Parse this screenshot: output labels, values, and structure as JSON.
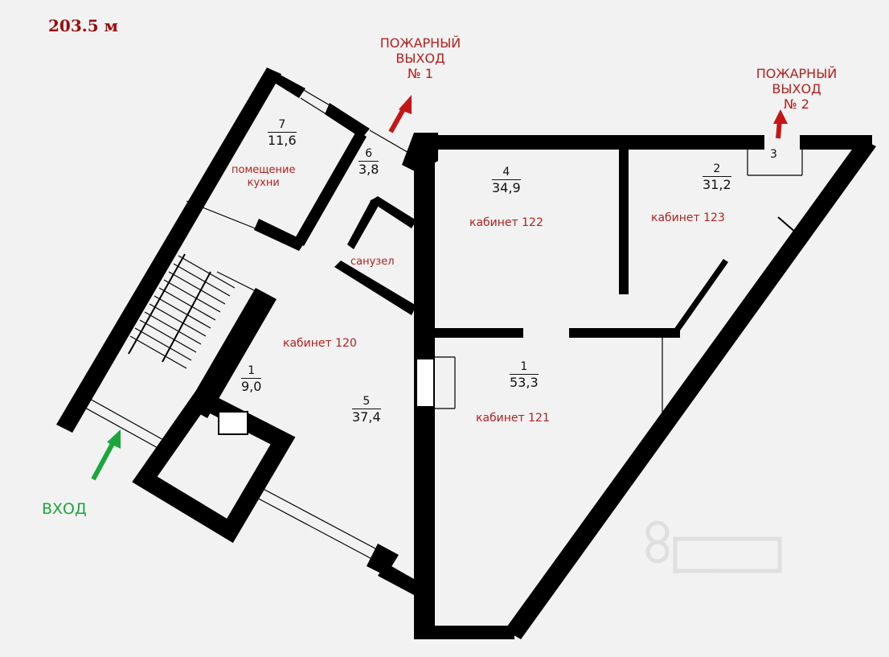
{
  "plan": {
    "total_area": "203.5 м",
    "fire_exit_1": {
      "line1": "ПОЖАРНЫЙ",
      "line2": "ВЫХОД",
      "line3": "№ 1"
    },
    "fire_exit_2": {
      "line1": "ПОЖАРНЫЙ",
      "line2": "ВЫХОД",
      "line3": "№ 2"
    },
    "entrance": "ВХОД",
    "kitchen": {
      "line1": "помещение",
      "line2": "кухни"
    },
    "restroom": "санузел",
    "offices": {
      "o120": "кабинет 120",
      "o121": "кабинет 121",
      "o122": "кабинет 122",
      "o123": "кабинет 123"
    },
    "rooms": [
      {
        "id": "r7",
        "number": "7",
        "area": "11,6"
      },
      {
        "id": "r6",
        "number": "6",
        "area": "3,8"
      },
      {
        "id": "r4",
        "number": "4",
        "area": "34,9"
      },
      {
        "id": "r2",
        "number": "2",
        "area": "31,2"
      },
      {
        "id": "r3",
        "number": "3",
        "area": ""
      },
      {
        "id": "r1a",
        "number": "1",
        "area": "9,0"
      },
      {
        "id": "r5",
        "number": "5",
        "area": "37,4"
      },
      {
        "id": "r1b",
        "number": "1",
        "area": "53,3"
      }
    ],
    "colors": {
      "wall": "#000000",
      "label_red": "#b5211e",
      "exit_arrow": "#c41818",
      "entry_arrow": "#1ca63c",
      "background": "#f2f2f2"
    }
  }
}
